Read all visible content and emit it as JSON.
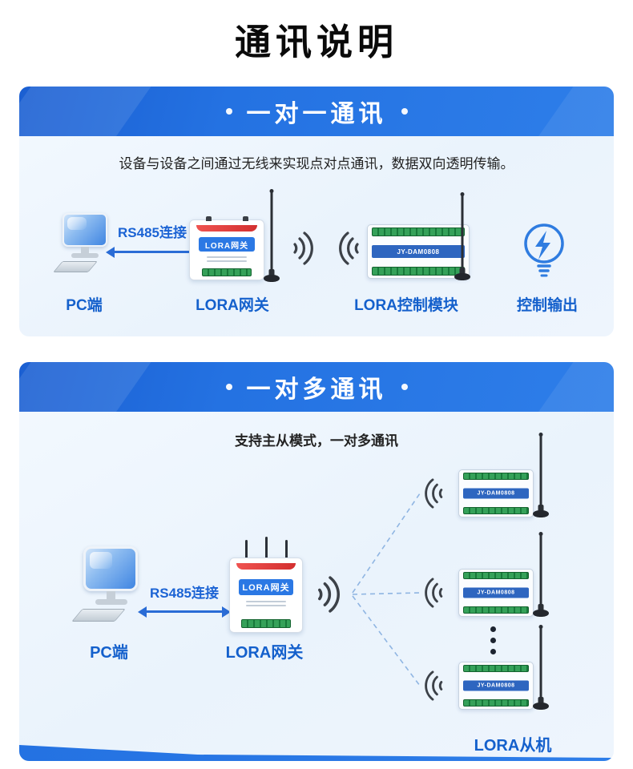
{
  "page": {
    "title": "通讯说明"
  },
  "colors": {
    "header_blue": "#2472e2",
    "label_blue": "#1460cc",
    "accent_red": "#d32f2f",
    "panel_bg": "#eef5fd"
  },
  "section_one": {
    "header": "一对一通讯",
    "description": "设备与设备之间通过无线来实现点对点通讯，数据双向透明传输。",
    "pc_label": "PC端",
    "rs485_label": "RS485连接",
    "gateway_label": "LORA网关",
    "gateway_device_text": "LORA网关",
    "module_label": "LORA控制模块",
    "module_device_text": "JY-DAM0808",
    "output_label": "控制输出"
  },
  "section_many": {
    "header": "一对多通讯",
    "description": "支持主从模式，一对多通讯",
    "pc_label": "PC端",
    "rs485_label": "RS485连接",
    "gateway_label": "LORA网关",
    "gateway_device_text": "LORA网关",
    "slave_device_text": "JY-DAM0808",
    "slaves_label": "LORA从机"
  }
}
